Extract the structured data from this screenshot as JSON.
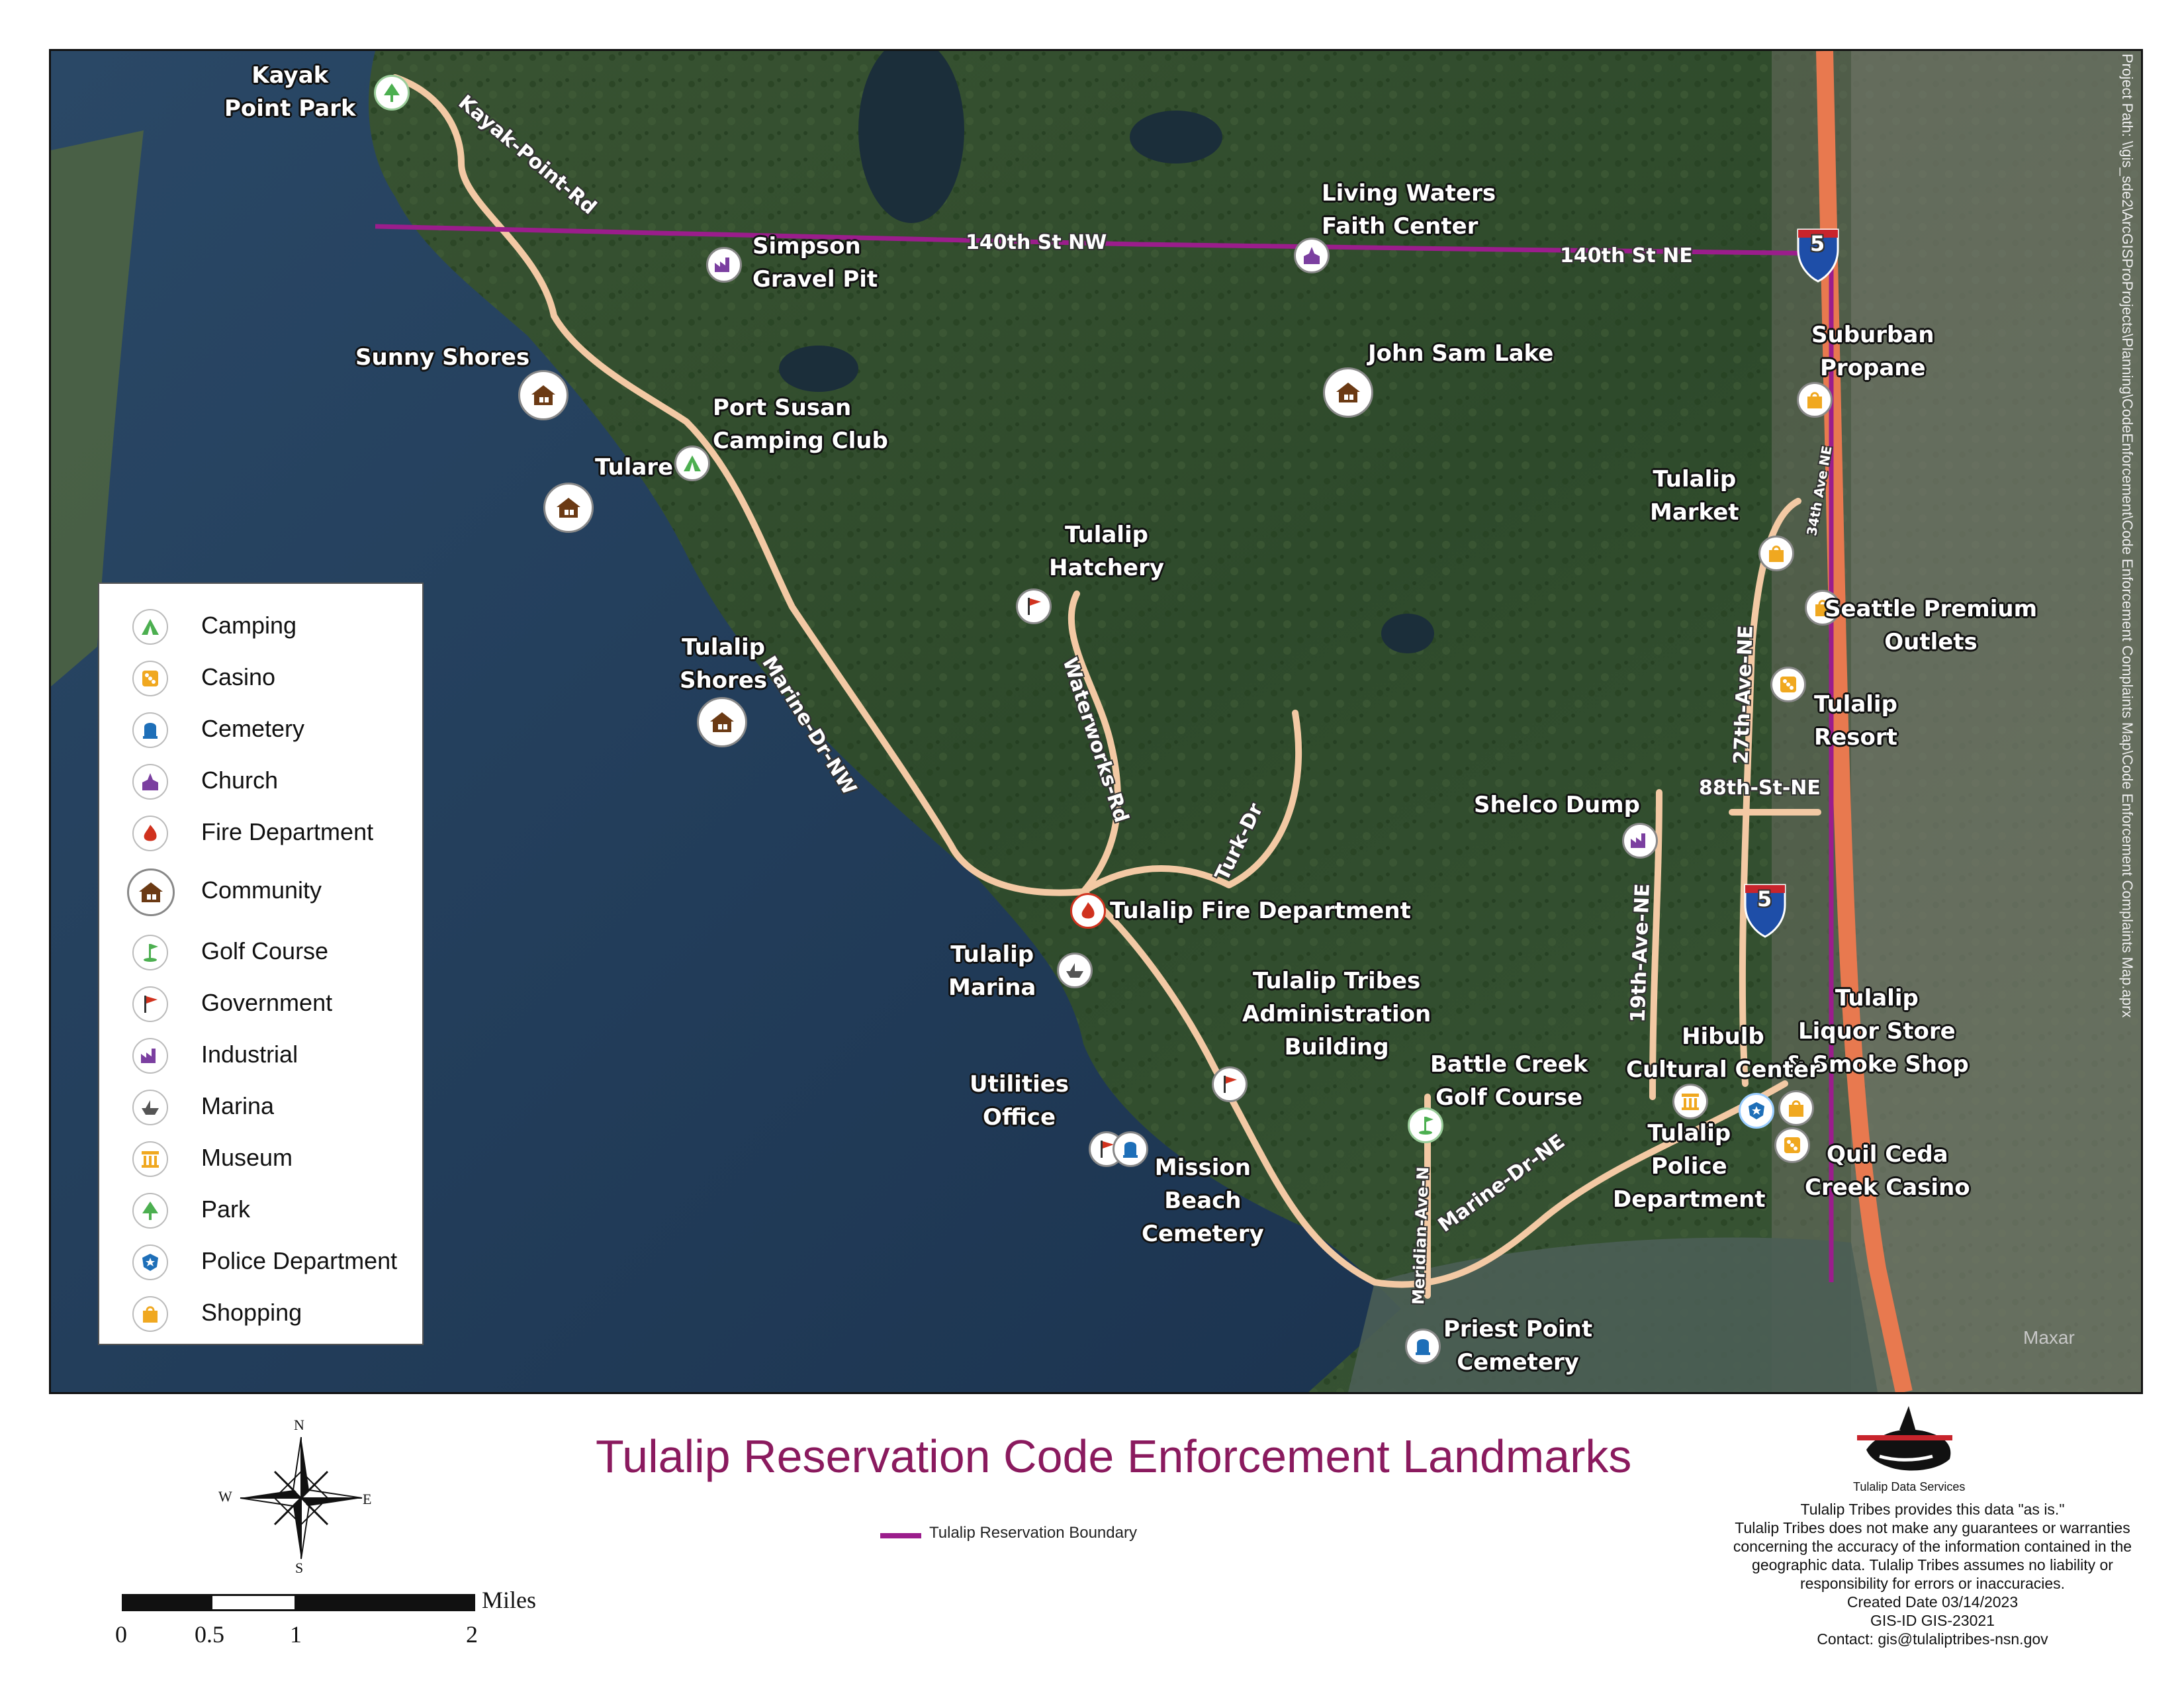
{
  "title": "Tulalip Reservation Code Enforcement Landmarks",
  "boundary_legend": "Tulalip Reservation Boundary",
  "project_path": "Project Path: \\\\gis_sde2\\ArcGISProProjects\\Planning\\CodeEnforcement\\Code Enforcement Complaints Map\\Code Enforcement Complaints Map.aprx",
  "colors": {
    "boundary": "#9b1d8c",
    "road": "#f3c9a4",
    "title": "#8a1a5e",
    "water": "#1f3a56",
    "forest": "#2f4a2a"
  },
  "legend": {
    "items": [
      {
        "label": "Camping",
        "icon": "tent-icon"
      },
      {
        "label": "Casino",
        "icon": "dice-icon"
      },
      {
        "label": "Cemetery",
        "icon": "headstone-icon"
      },
      {
        "label": "Church",
        "icon": "church-icon"
      },
      {
        "label": "Fire Department",
        "icon": "flame-icon"
      },
      {
        "label": "Community",
        "icon": "house-icon"
      },
      {
        "label": "Golf Course",
        "icon": "golf-flag-icon"
      },
      {
        "label": "Government",
        "icon": "flag-icon"
      },
      {
        "label": "Industrial",
        "icon": "factory-icon"
      },
      {
        "label": "Marina",
        "icon": "boat-icon"
      },
      {
        "label": "Museum",
        "icon": "columns-icon"
      },
      {
        "label": "Park",
        "icon": "tree-icon"
      },
      {
        "label": "Police Department",
        "icon": "badge-icon"
      },
      {
        "label": "Shopping",
        "icon": "bag-icon"
      }
    ]
  },
  "places": {
    "kayak_point_park": "Kayak\nPoint Park",
    "simpson_gravel_pit": "Simpson\nGravel Pit",
    "living_waters": "Living Waters\nFaith Center",
    "sunny_shores": "Sunny Shores",
    "john_sam_lake": "John Sam Lake",
    "suburban_propane": "Suburban\nPropane",
    "port_susan": "Port Susan\nCamping Club",
    "tulare": "Tulare",
    "tulalip_market": "Tulalip\nMarket",
    "tulalip_hatchery": "Tulalip\nHatchery",
    "seattle_premium_outlets": "Seattle Premium\nOutlets",
    "tulalip_shores": "Tulalip\nShores",
    "tulalip_resort": "Tulalip\nResort",
    "shelco_dump": "Shelco Dump",
    "tulalip_fire_department": "Tulalip Fire Department",
    "tulalip_marina": "Tulalip\nMarina",
    "tulalip_tribes_admin": "Tulalip Tribes\nAdministration\nBuilding",
    "tulalip_liquor_store": "Tulalip\nLiquor Store\n& Smoke Shop",
    "hibulb": "Hibulb\nCultural Center",
    "utilities_office": "Utilities\nOffice",
    "battle_creek": "Battle Creek\nGolf Course",
    "mission_beach": "Mission\nBeach\nCemetery",
    "tulalip_police": "Tulalip\nPolice\nDepartment",
    "quil_ceda": "Quil Ceda\nCreek Casino",
    "priest_point": "Priest Point\nCemetery"
  },
  "roads": {
    "kayak_point_rd": "Kayak-Point-Rd",
    "st_140_nw": "140th St NW",
    "st_140_ne": "140th St NE",
    "ave_34": "34th Ave NE",
    "ave_27": "27th-Ave-NE",
    "marine_dr_nw": "Marine-Dr-NW",
    "waterworks_rd": "Waterworks-Rd",
    "turk_dr": "Turk-Dr",
    "st_88_ne": "88th-St-NE",
    "ave_19": "19th-Ave-NE",
    "marine_dr_ne": "Marine-Dr-NE",
    "meridian_ave": "Meridian-Ave-N",
    "i5_top": "5",
    "i5_mid": "5"
  },
  "imagery_credit": "Maxar",
  "compass": {
    "n": "N",
    "s": "S",
    "e": "E",
    "w": "W"
  },
  "scale": {
    "unit": "Miles",
    "ticks": [
      "0",
      "0.5",
      "1",
      "2"
    ]
  },
  "logo_caption": "Tulalip Data Services",
  "disclaimer": [
    "Tulalip Tribes provides this data \"as is.\"",
    "Tulalip Tribes does not make any guarantees or warranties",
    "concerning the accuracy of the information contained in the",
    "geographic data. Tulalip Tribes assumes no liability or",
    "responsibility for errors or inaccuracies.",
    "Created Date 03/14/2023",
    "GIS-ID GIS-23021",
    "Contact: gis@tulaliptribes-nsn.gov"
  ]
}
